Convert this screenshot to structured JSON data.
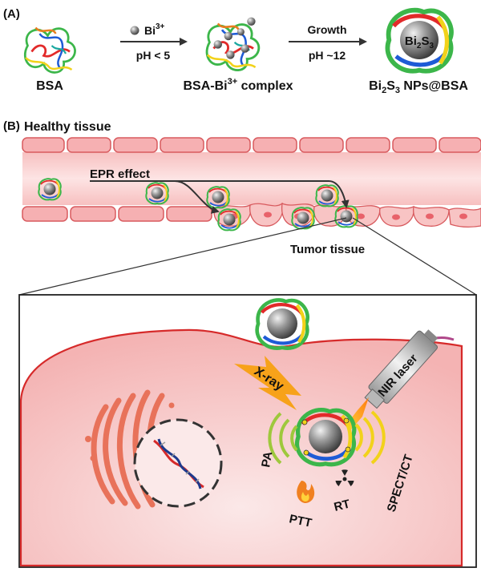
{
  "panel_a": {
    "label": "(A)",
    "bsa": "BSA",
    "step1_ion": "Bi",
    "step1_ion_sup": "3+",
    "step1_cond": "pH < 5",
    "complex_prefix": "BSA-Bi",
    "complex_sup": "3+",
    "complex_suffix": " complex",
    "step2_top": "Growth",
    "step2_cond": "pH  ~12",
    "core_b": "Bi",
    "core_2": "2",
    "core_s": "S",
    "core_3": "3",
    "product_pre": "Bi",
    "product_sub1": "2",
    "product_mid": "S",
    "product_sub2": "3",
    "product_post": " NPs@BSA"
  },
  "panel_b": {
    "label": "(B)",
    "healthy": "Healthy tissue",
    "epr": "EPR effect",
    "tumor": "Tumor tissue",
    "xray": "X-ray",
    "laser": "NIR laser",
    "pa": "PA",
    "ptt": "PTT",
    "rt": "RT",
    "spect": "SPECT/CT"
  },
  "colors": {
    "vessel": "#f6b4b6",
    "vessel_dark": "#e0686c",
    "cell_fill": "#f8c4c4",
    "cell_edge": "#d62a2a",
    "golgi": "#e8725a",
    "xray": "#f7a21a",
    "laser": "#f08020",
    "wave_green": "#9ec83c",
    "wave_yellow": "#f2d21a"
  }
}
